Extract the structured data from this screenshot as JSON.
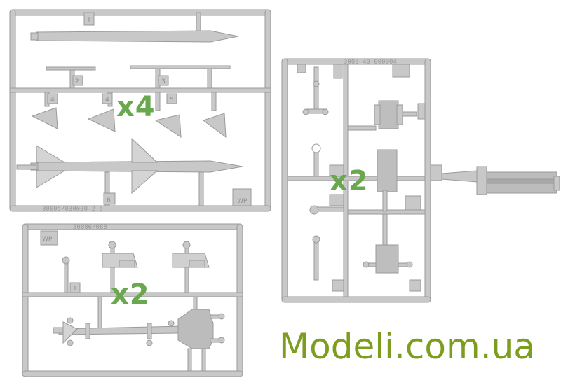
{
  "colors": {
    "plastic": "#c8c8c8",
    "plastic_edge": "#9a9a9a",
    "plastic_light": "#dcdcdc",
    "quantity_text": "#6aa84f",
    "watermark": "#7d9d1f"
  },
  "sprues": {
    "top_left": {
      "quantity": "x4",
      "code": "30005/030030-2.5",
      "brand": "WP",
      "numbers": [
        "1",
        "2",
        "3",
        "4",
        "4",
        "5",
        "6"
      ]
    },
    "bottom_left": {
      "quantity": "x2",
      "code": "30086/088",
      "brand": "WP",
      "numbers": [
        "1"
      ]
    },
    "right": {
      "quantity": "x2",
      "code": "3005 40 000004"
    }
  },
  "watermark": "Modeli.com.ua"
}
